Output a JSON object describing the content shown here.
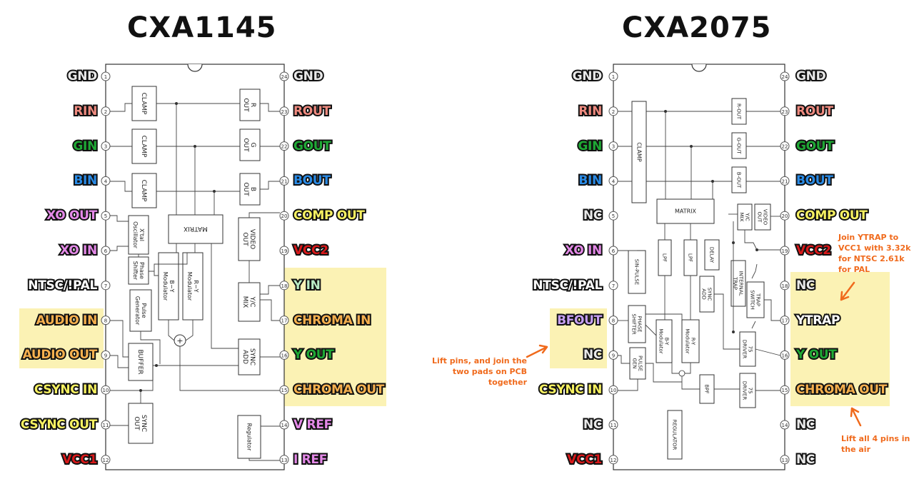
{
  "colors": {
    "gnd": "#e9e9e9",
    "red": "#f08b80",
    "green": "#1fa935",
    "blue": "#2a8be6",
    "magenta": "#e489e8",
    "yellow": "#f7f161",
    "white": "#ffffff",
    "vcc": "#d9191a",
    "mint": "#b9ecc5",
    "orange": "#f6b04e",
    "purple": "#c6a0f2",
    "highlight": "#fbf2b4",
    "note": "#f06a1c"
  },
  "left_chip": {
    "title": "CXA1145",
    "left_pins": [
      {
        "n": "1",
        "label": "GND",
        "color": "gnd"
      },
      {
        "n": "2",
        "label": "RIN",
        "color": "red"
      },
      {
        "n": "3",
        "label": "GIN",
        "color": "green"
      },
      {
        "n": "4",
        "label": "BIN",
        "color": "blue"
      },
      {
        "n": "5",
        "label": "XO OUT",
        "color": "magenta"
      },
      {
        "n": "6",
        "label": "XO IN",
        "color": "magenta"
      },
      {
        "n": "7",
        "label": "NTSC/!PAL",
        "color": "white"
      },
      {
        "n": "8",
        "label": "AUDIO IN",
        "color": "orange"
      },
      {
        "n": "9",
        "label": "AUDIO OUT",
        "color": "orange"
      },
      {
        "n": "10",
        "label": "CSYNC IN",
        "color": "yellow"
      },
      {
        "n": "11",
        "label": "CSYNC OUT",
        "color": "yellow"
      },
      {
        "n": "12",
        "label": "VCC1",
        "color": "vcc"
      }
    ],
    "right_pins": [
      {
        "n": "24",
        "label": "GND",
        "color": "gnd"
      },
      {
        "n": "23",
        "label": "ROUT",
        "color": "red"
      },
      {
        "n": "22",
        "label": "GOUT",
        "color": "green"
      },
      {
        "n": "21",
        "label": "BOUT",
        "color": "blue"
      },
      {
        "n": "20",
        "label": "COMP OUT",
        "color": "yellow"
      },
      {
        "n": "19",
        "label": "VCC2",
        "color": "vcc"
      },
      {
        "n": "18",
        "label": "Y IN",
        "color": "mint"
      },
      {
        "n": "17",
        "label": "CHROMA IN",
        "color": "orange"
      },
      {
        "n": "16",
        "label": "Y OUT",
        "color": "green"
      },
      {
        "n": "15",
        "label": "CHROMA OUT",
        "color": "orange"
      },
      {
        "n": "14",
        "label": "V REF",
        "color": "magenta"
      },
      {
        "n": "13",
        "label": "I REF",
        "color": "magenta"
      }
    ],
    "blocks": {
      "clamp": "CLAMP",
      "r_out": "R OUT",
      "g_out": "G OUT",
      "b_out": "B OUT",
      "matrix": "MATRIX",
      "oscillator": "X'tal Oscillator",
      "phase_shifter": "Phase Shifter",
      "pulse_generator": "Pulse Generator",
      "by_mod": "B−Y Modulator",
      "ry_mod": "R−Y Modulator",
      "video_out": "VIDEO OUT",
      "yc_mix": "Y/C MIX",
      "sync_add": "SYNC ADD",
      "buffer": "BUFFER",
      "sync_out": "SYNC OUT",
      "regulator": "Regulator",
      "plus": "+"
    }
  },
  "right_chip": {
    "title": "CXA2075",
    "left_pins": [
      {
        "n": "1",
        "label": "GND",
        "color": "gnd"
      },
      {
        "n": "2",
        "label": "RIN",
        "color": "red"
      },
      {
        "n": "3",
        "label": "GIN",
        "color": "green"
      },
      {
        "n": "4",
        "label": "BIN",
        "color": "blue"
      },
      {
        "n": "5",
        "label": "NC",
        "color": "gnd"
      },
      {
        "n": "6",
        "label": "XO IN",
        "color": "magenta"
      },
      {
        "n": "7",
        "label": "NTSC/!PAL",
        "color": "white"
      },
      {
        "n": "8",
        "label": "BFOUT",
        "color": "purple"
      },
      {
        "n": "9",
        "label": "NC",
        "color": "gnd"
      },
      {
        "n": "10",
        "label": "CSYNC IN",
        "color": "yellow"
      },
      {
        "n": "11",
        "label": "NC",
        "color": "gnd"
      },
      {
        "n": "12",
        "label": "VCC1",
        "color": "vcc"
      }
    ],
    "right_pins": [
      {
        "n": "24",
        "label": "GND",
        "color": "gnd"
      },
      {
        "n": "23",
        "label": "ROUT",
        "color": "red"
      },
      {
        "n": "22",
        "label": "GOUT",
        "color": "green"
      },
      {
        "n": "21",
        "label": "BOUT",
        "color": "blue"
      },
      {
        "n": "20",
        "label": "COMP OUT",
        "color": "yellow"
      },
      {
        "n": "19",
        "label": "VCC2",
        "color": "vcc"
      },
      {
        "n": "18",
        "label": "NC",
        "color": "gnd"
      },
      {
        "n": "17",
        "label": "YTRAP",
        "color": "white"
      },
      {
        "n": "16",
        "label": "Y OUT",
        "color": "green"
      },
      {
        "n": "15",
        "label": "CHROMA OUT",
        "color": "orange"
      },
      {
        "n": "14",
        "label": "NC",
        "color": "gnd"
      },
      {
        "n": "13",
        "label": "NC",
        "color": "gnd"
      }
    ],
    "blocks": {
      "clamp": "CLAMP",
      "r_out": "R-OUT",
      "g_out": "G-OUT",
      "b_out": "B-OUT",
      "matrix": "MATRIX",
      "yc_mix": "Y/C MIX",
      "video_out": "VIDEO OUT",
      "sin_pulse": "SIN-PULSE",
      "lpf1": "LPF",
      "lpf2": "LPF",
      "delay": "DELAY",
      "sync_add": "SYNC ADD",
      "internal_trap": "INTERNAL TRAP",
      "trap_switch": "TRAP SWITCH",
      "phase_shifter": "PHASE SHIFTER",
      "by_mod": "B-Y Modulator",
      "ry_mod": "R-Y Modulator",
      "pulse_gen": "PULSE GEN",
      "driver1": "75 DRIVER",
      "driver2": "75 DRIVER",
      "bpf": "BPF",
      "regulator": "REGULATOR"
    }
  },
  "notes": {
    "lift_join": "Lift pins, and join the two pads on PCB together",
    "ytrap": "Join YTRAP to VCC1 with 3.32k for NTSC 2.61k for PAL",
    "lift_all": "Lift all 4 pins in the air"
  }
}
